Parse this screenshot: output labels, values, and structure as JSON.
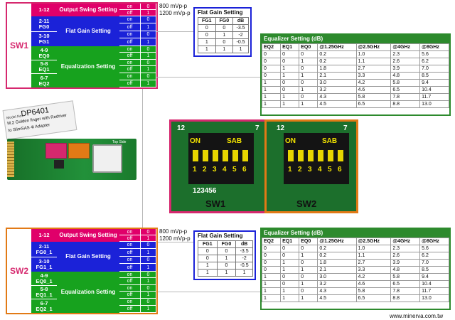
{
  "sw1": {
    "label": "SW1",
    "rows": [
      {
        "pin": "1-12",
        "setting": "Output Swing Setting",
        "states": [
          {
            "s": "on",
            "v": "0"
          },
          {
            "s": "off",
            "v": "1"
          }
        ]
      },
      {
        "pin": "2-11",
        "sub": "FG0"
      },
      {
        "pin": "3-10",
        "sub": "FG1"
      },
      {
        "pin": "4-9",
        "sub": "EQ0"
      },
      {
        "pin": "5-8",
        "sub": "EQ1"
      },
      {
        "pin": "6-7",
        "sub": "EQ2"
      }
    ],
    "flat_gain_setting": "Flat Gain Setting",
    "equalization_setting": "Equalization Setting",
    "onoff": [
      [
        "on",
        "0"
      ],
      [
        "off",
        "1"
      ],
      [
        "on",
        "0"
      ],
      [
        "off",
        "1"
      ],
      [
        "on",
        "0"
      ],
      [
        "off",
        "1"
      ],
      [
        "on",
        "0"
      ],
      [
        "off",
        "1"
      ],
      [
        "on",
        "0"
      ],
      [
        "off",
        "1"
      ],
      [
        "on",
        "0"
      ],
      [
        "off",
        "1"
      ]
    ],
    "voltage_on": "800 mVp-p",
    "voltage_off": "1200 mVp-p"
  },
  "sw2": {
    "label": "SW2",
    "pins": [
      {
        "pin": "1-12",
        "sub": ""
      },
      {
        "pin": "2-11",
        "sub": "FG0_1"
      },
      {
        "pin": "3-10",
        "sub": "FG1_1"
      },
      {
        "pin": "4-9",
        "sub": "EQ0_1"
      },
      {
        "pin": "5-8",
        "sub": "EQ1_1"
      },
      {
        "pin": "6-7",
        "sub": "EQ2_1"
      }
    ],
    "output_swing_setting": "Output Swing Setting",
    "flat_gain_setting": "Flat Gain Setting",
    "equalization_setting": "Equalization Setting",
    "voltage_on": "800 mVp-p",
    "voltage_off": "1200 mVp-p"
  },
  "flat_gain_table_1": {
    "title": "Flat Gain Setting",
    "headers": [
      "FG1",
      "FG0",
      "dB"
    ],
    "rows": [
      [
        "0",
        "0",
        "-3.5"
      ],
      [
        "0",
        "1",
        "-2"
      ],
      [
        "1",
        "0",
        "-0.5"
      ],
      [
        "1",
        "1",
        "1"
      ]
    ]
  },
  "flat_gain_table_2": {
    "title": "Flat Gain Setting",
    "headers": [
      "FG1",
      "FG0",
      "dB"
    ],
    "rows": [
      [
        "0",
        "0",
        "-3.5"
      ],
      [
        "0",
        "1",
        "-2"
      ],
      [
        "1",
        "0",
        "-0.5"
      ],
      [
        "1",
        "1",
        "1"
      ]
    ]
  },
  "eq_table": {
    "title": "Equalizer Setting (dB)",
    "headers": [
      "EQ2",
      "EQ1",
      "EQ0",
      "@1.25GHz",
      "@2.5GHz",
      "@4GHz",
      "@8GHz"
    ],
    "rows": [
      [
        "0",
        "0",
        "0",
        "0.2",
        "1.0",
        "2.3",
        "5.6"
      ],
      [
        "0",
        "0",
        "1",
        "0.2",
        "1.1",
        "2.6",
        "6.2"
      ],
      [
        "0",
        "1",
        "0",
        "1.8",
        "2.7",
        "3.9",
        "7.0"
      ],
      [
        "0",
        "1",
        "1",
        "2.1",
        "3.3",
        "4.8",
        "8.5"
      ],
      [
        "1",
        "0",
        "0",
        "3.0",
        "4.2",
        "5.8",
        "9.4"
      ],
      [
        "1",
        "0",
        "1",
        "3.2",
        "4.6",
        "6.5",
        "10.4"
      ],
      [
        "1",
        "1",
        "0",
        "4.3",
        "5.8",
        "7.8",
        "11.7"
      ],
      [
        "1",
        "1",
        "1",
        "4.5",
        "6.5",
        "8.8",
        "13.0"
      ]
    ]
  },
  "card": {
    "model_no_label": "Model No.",
    "model": "DP6401",
    "desc1": "M.2 Golden finger with Redriver",
    "desc2": "to SlimSAS 4i  Adapter",
    "top_side": "Top Side"
  },
  "photo": {
    "on": "ON",
    "sab": "SAB",
    "numbers": [
      "1",
      "2",
      "3",
      "4",
      "5",
      "6"
    ],
    "pin12": "12",
    "pin7": "7",
    "sw1": "SW1",
    "sw2": "SW2"
  },
  "footer": "www.minerva.com.tw"
}
